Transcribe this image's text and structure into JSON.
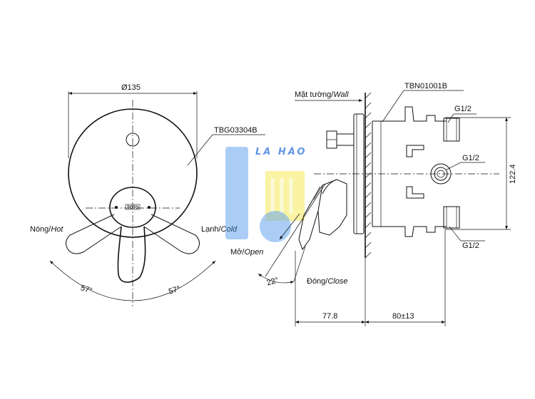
{
  "front_view": {
    "diameter_label": "Ø135",
    "plate_code": "TBG03304B",
    "brand_mark": "TOTO",
    "hot_label": "Nóng/",
    "hot_label_en": "Hot",
    "cold_label": "Lạnh/",
    "cold_label_en": "Cold",
    "angle_left": "57°",
    "angle_right": "57°"
  },
  "side_view": {
    "wall_label": "Mặt tường/",
    "wall_label_en": "Wall",
    "body_code": "TBN01001B",
    "port_top": "G1/2",
    "port_mid": "G1/2",
    "port_bottom": "G1/2",
    "height_dim": "122.4",
    "open_label": "Mở/",
    "open_label_en": "Open",
    "close_label": "Đóng/",
    "close_label_en": "Close",
    "handle_angle": "22°",
    "depth_front": "77.8",
    "depth_back": "80±13"
  },
  "watermark": {
    "text": "LA HÀO",
    "colors": {
      "blue": "#3f8ee8",
      "yellow": "#f3e95a"
    }
  }
}
